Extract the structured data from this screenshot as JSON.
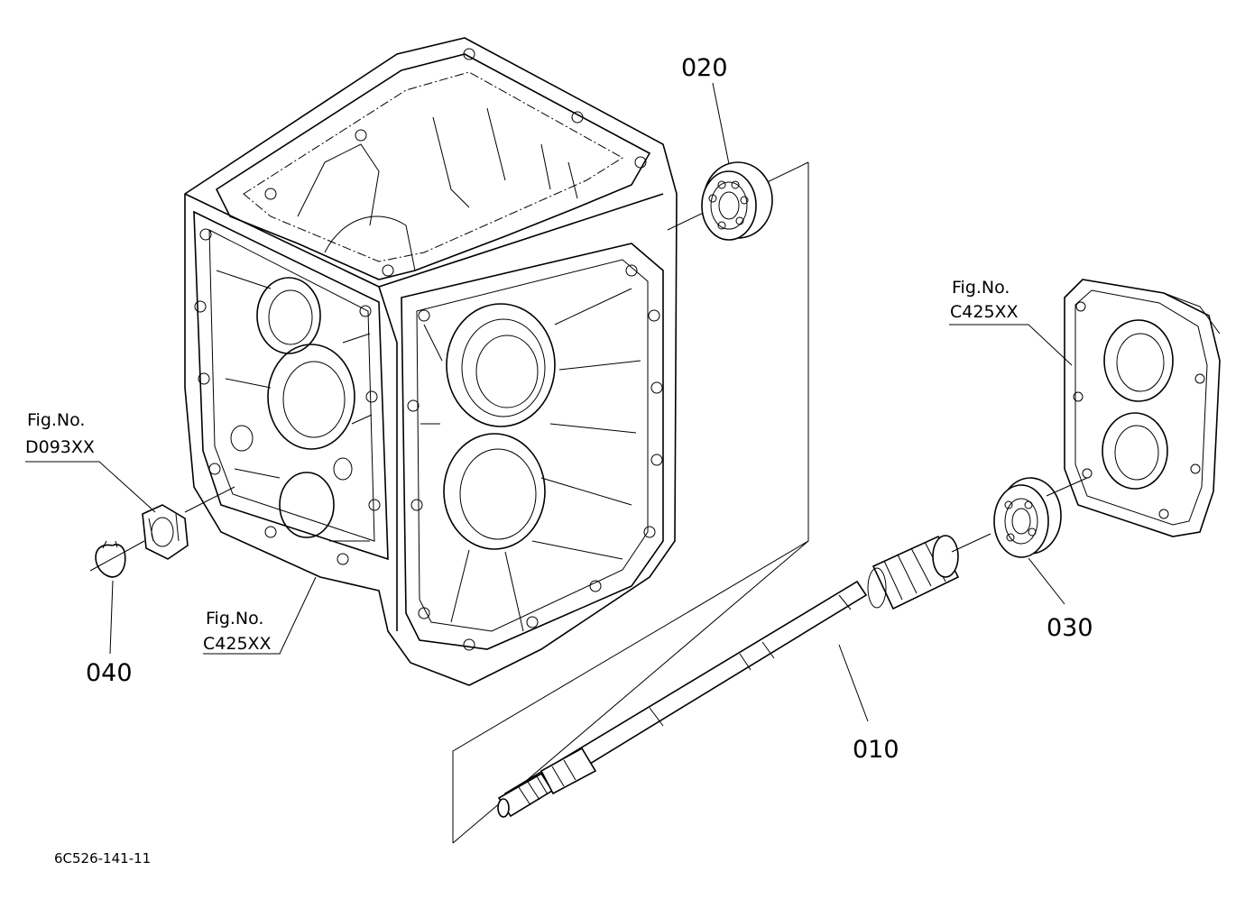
{
  "parts": [
    {
      "id": "010",
      "label": "010"
    },
    {
      "id": "020",
      "label": "020"
    },
    {
      "id": "030",
      "label": "030"
    },
    {
      "id": "040",
      "label": "040"
    }
  ],
  "figure_refs": [
    {
      "prefix": "Fig.No.",
      "code": "D093XX"
    },
    {
      "prefix": "Fig.No.",
      "code": "C425XX"
    },
    {
      "prefix": "Fig.No.",
      "code": "C425XX"
    }
  ],
  "drawing_id": "6C526-141-11"
}
